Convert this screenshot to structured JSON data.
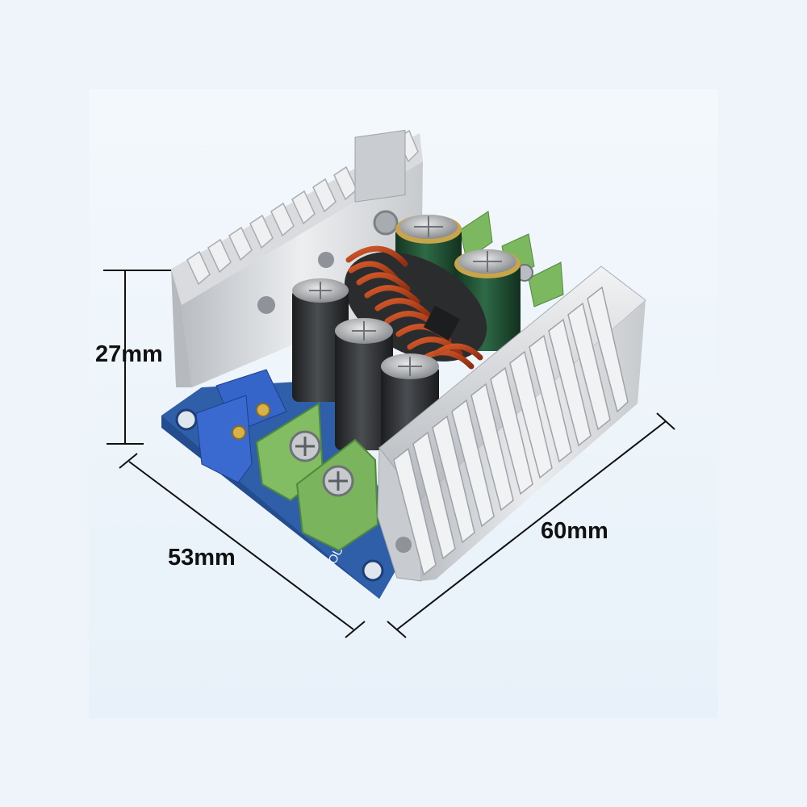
{
  "dimensions": {
    "height_label": "27mm",
    "width_label": "53mm",
    "length_label": "60mm"
  },
  "board": {
    "silkscreen_output": "OUT+"
  },
  "colors": {
    "background": "#eef4fa",
    "pcb_blue": "#2f5fa8",
    "heatsink_aluminum": "#d8dadd",
    "terminal_green": "#7bb85f",
    "inductor_copper": "#b8421c",
    "capacitor_black": "#2a2c2e",
    "capacitor_green": "#1f4a30",
    "trimmer_blue": "#3565c9"
  }
}
